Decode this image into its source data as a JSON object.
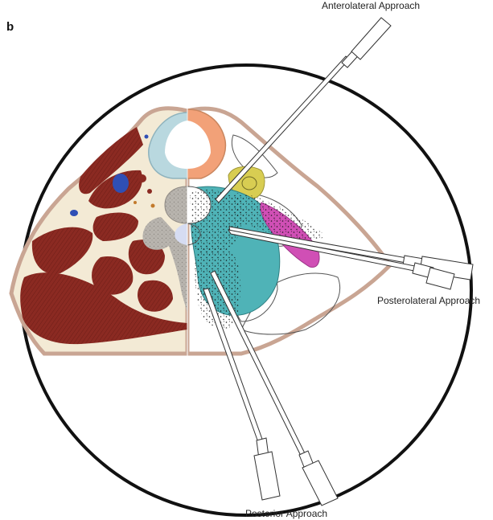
{
  "figure": {
    "panel_letter": "b",
    "labels": {
      "anterolateral": "Anterolateral Approach",
      "posterolateral": "Posterolateral Approach",
      "posterior": "Posterior Approach"
    },
    "colors": {
      "circle": "#111111",
      "skin": "#c9a593",
      "tissue": "#f3ead5",
      "muscle": "#8b2a22",
      "muscle_dark": "#6e1d17",
      "blue_vessel": "#2f4fb5",
      "bone": "#b8b4ae",
      "canal": "#d6dcf2",
      "airway_blue": "#b9d8df",
      "thyroid_orange": "#f2a178",
      "yellow_gland": "#d8cd52",
      "teal_muscle": "#4fb3b7",
      "magenta_muscle": "#d04fb5",
      "needle": "#ffffff"
    }
  }
}
